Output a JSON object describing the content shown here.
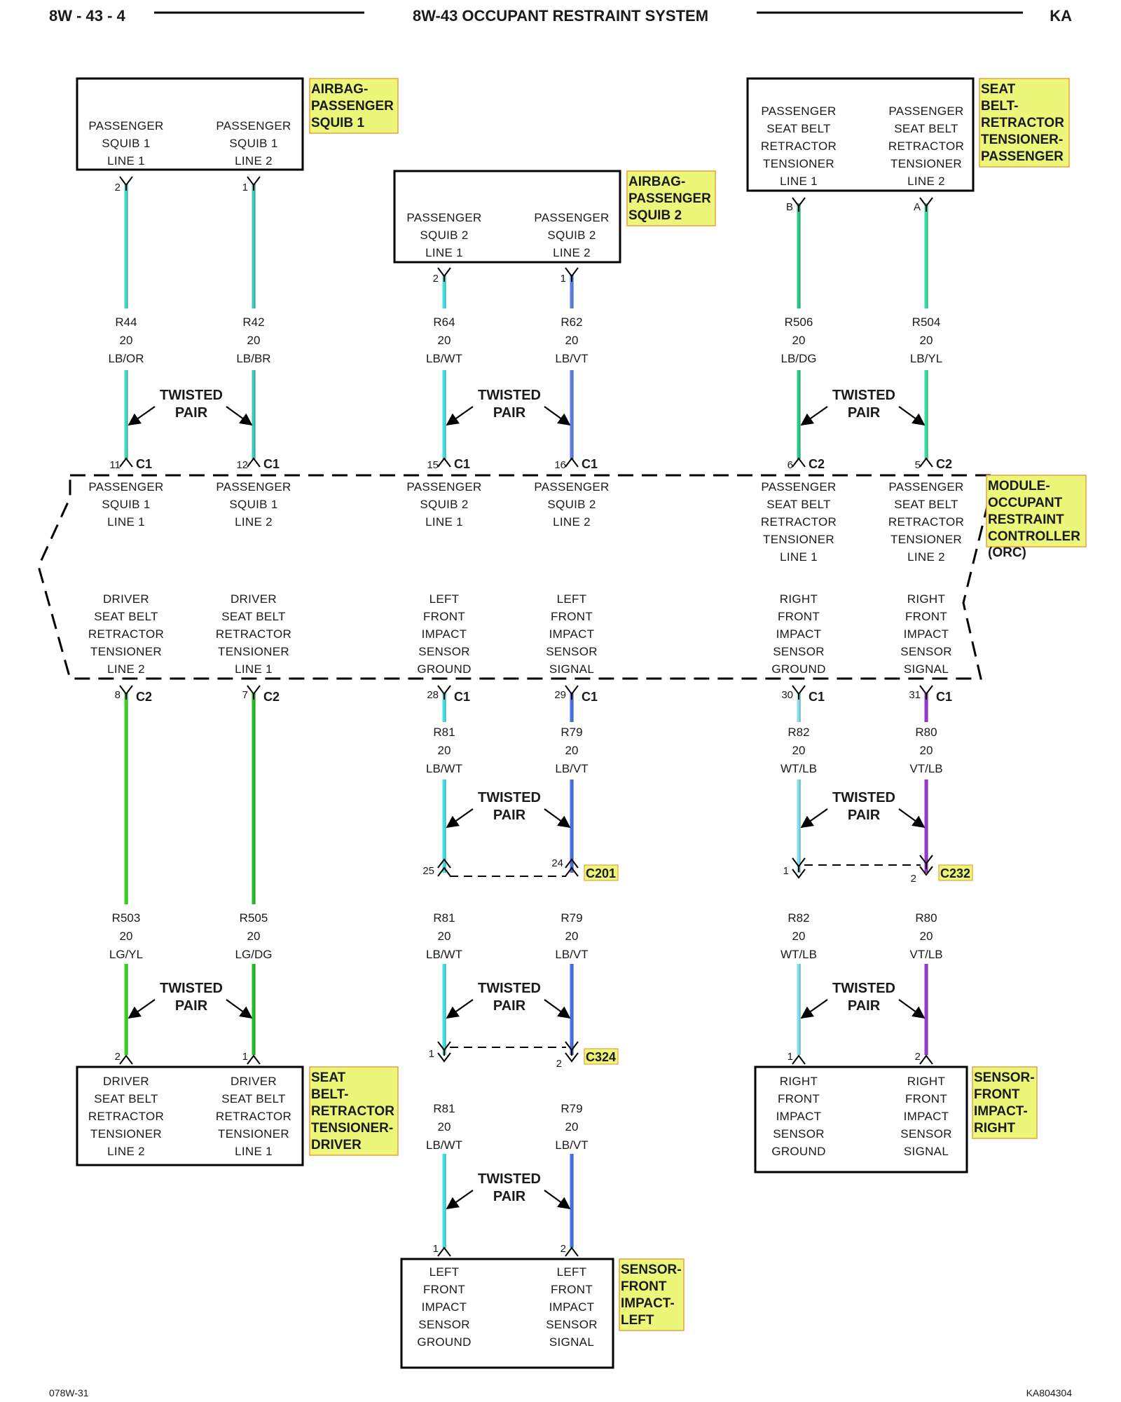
{
  "header": {
    "page_id": "8W - 43 - 4",
    "title": "8W-43 OCCUPANT RESTRAINT SYSTEM",
    "code": "KA"
  },
  "footer": {
    "left": "078W-31",
    "right": "KA804304"
  },
  "twisted_pair_label": [
    "TWISTED",
    "PAIR"
  ],
  "components": {
    "airbag_squib1": {
      "label": [
        "AIRBAG-",
        "PASSENGER",
        "SQUIB 1"
      ],
      "left": [
        "PASSENGER",
        "SQUIB 1",
        "LINE 1"
      ],
      "right": [
        "PASSENGER",
        "SQUIB 1",
        "LINE 2"
      ]
    },
    "airbag_squib2": {
      "label": [
        "AIRBAG-",
        "PASSENGER",
        "SQUIB 2"
      ],
      "left": [
        "PASSENGER",
        "SQUIB 2",
        "LINE 1"
      ],
      "right": [
        "PASSENGER",
        "SQUIB 2",
        "LINE 2"
      ]
    },
    "seatbelt_passenger": {
      "label": [
        "SEAT",
        "BELT-",
        "RETRACTOR",
        "TENSIONER-",
        "PASSENGER"
      ],
      "left": [
        "PASSENGER",
        "SEAT BELT",
        "RETRACTOR",
        "TENSIONER",
        "LINE 1"
      ],
      "right": [
        "PASSENGER",
        "SEAT BELT",
        "RETRACTOR",
        "TENSIONER",
        "LINE 2"
      ]
    },
    "orc": {
      "label": [
        "MODULE-",
        "OCCUPANT",
        "RESTRAINT",
        "CONTROLLER"
      ],
      "sub": "(ORC)",
      "top": [
        [
          "PASSENGER",
          "SQUIB 1",
          "LINE 1"
        ],
        [
          "PASSENGER",
          "SQUIB 1",
          "LINE 2"
        ],
        [
          "PASSENGER",
          "SQUIB 2",
          "LINE 1"
        ],
        [
          "PASSENGER",
          "SQUIB 2",
          "LINE 2"
        ],
        [
          "PASSENGER",
          "SEAT BELT",
          "RETRACTOR",
          "TENSIONER",
          "LINE 1"
        ],
        [
          "PASSENGER",
          "SEAT BELT",
          "RETRACTOR",
          "TENSIONER",
          "LINE 2"
        ]
      ],
      "bottom": [
        [
          "DRIVER",
          "SEAT BELT",
          "RETRACTOR",
          "TENSIONER",
          "LINE 2"
        ],
        [
          "DRIVER",
          "SEAT BELT",
          "RETRACTOR",
          "TENSIONER",
          "LINE 1"
        ],
        [
          "LEFT",
          "FRONT",
          "IMPACT",
          "SENSOR",
          "GROUND"
        ],
        [
          "LEFT",
          "FRONT",
          "IMPACT",
          "SENSOR",
          "SIGNAL"
        ],
        [
          "RIGHT",
          "FRONT",
          "IMPACT",
          "SENSOR",
          "GROUND"
        ],
        [
          "RIGHT",
          "FRONT",
          "IMPACT",
          "SENSOR",
          "SIGNAL"
        ]
      ]
    },
    "seatbelt_driver": {
      "label": [
        "SEAT",
        "BELT-",
        "RETRACTOR",
        "TENSIONER-",
        "DRIVER"
      ],
      "left": [
        "DRIVER",
        "SEAT BELT",
        "RETRACTOR",
        "TENSIONER",
        "LINE 2"
      ],
      "right": [
        "DRIVER",
        "SEAT BELT",
        "RETRACTOR",
        "TENSIONER",
        "LINE 1"
      ]
    },
    "sensor_right": {
      "label": [
        "SENSOR-",
        "FRONT",
        "IMPACT-",
        "RIGHT"
      ],
      "left": [
        "RIGHT",
        "FRONT",
        "IMPACT",
        "SENSOR",
        "GROUND"
      ],
      "right": [
        "RIGHT",
        "FRONT",
        "IMPACT",
        "SENSOR",
        "SIGNAL"
      ]
    },
    "sensor_left": {
      "label": [
        "SENSOR-",
        "FRONT",
        "IMPACT-",
        "LEFT"
      ],
      "left": [
        "LEFT",
        "FRONT",
        "IMPACT",
        "SENSOR",
        "GROUND"
      ],
      "right": [
        "LEFT",
        "FRONT",
        "IMPACT",
        "SENSOR",
        "SIGNAL"
      ]
    }
  },
  "wires": {
    "r44": {
      "circuit": "R44",
      "gauge": "20",
      "color": "LB/OR",
      "hex": "#40d8c8"
    },
    "r42": {
      "circuit": "R42",
      "gauge": "20",
      "color": "LB/BR",
      "hex": "#40c8c0"
    },
    "r64": {
      "circuit": "R64",
      "gauge": "20",
      "color": "LB/WT",
      "hex": "#3fe0e8"
    },
    "r62": {
      "circuit": "R62",
      "gauge": "20",
      "color": "LB/VT",
      "hex": "#5a7cf0"
    },
    "r506": {
      "circuit": "R506",
      "gauge": "20",
      "color": "LB/DG",
      "hex": "#28c890"
    },
    "r504": {
      "circuit": "R504",
      "gauge": "20",
      "color": "LB/YL",
      "hex": "#30e0a0"
    },
    "r503": {
      "circuit": "R503",
      "gauge": "20",
      "color": "LG/YL",
      "hex": "#38d818"
    },
    "r505": {
      "circuit": "R505",
      "gauge": "20",
      "color": "LG/DG",
      "hex": "#20c020"
    },
    "r81": {
      "circuit": "R81",
      "gauge": "20",
      "color": "LB/WT",
      "hex": "#3fe0e8"
    },
    "r79": {
      "circuit": "R79",
      "gauge": "20",
      "color": "LB/VT",
      "hex": "#4a6cf0"
    },
    "r82": {
      "circuit": "R82",
      "gauge": "20",
      "color": "WT/LB",
      "hex": "#88dcf0"
    },
    "r80": {
      "circuit": "R80",
      "gauge": "20",
      "color": "VT/LB",
      "hex": "#a030d8"
    }
  },
  "pins": {
    "sq1_l": "2",
    "sq1_r": "1",
    "sq2_l": "2",
    "sq2_r": "1",
    "sbp_l": "B",
    "sbp_r": "A",
    "orc_t": [
      "11",
      "12",
      "15",
      "16",
      "6",
      "5"
    ],
    "orc_t_conn": [
      "C1",
      "C1",
      "C1",
      "C1",
      "C2",
      "C2"
    ],
    "orc_b": [
      "8",
      "7",
      "28",
      "29",
      "30",
      "31"
    ],
    "orc_b_conn": [
      "C2",
      "C2",
      "C1",
      "C1",
      "C1",
      "C1"
    ],
    "c201": [
      "25",
      "24"
    ],
    "c232": [
      "1",
      "2"
    ],
    "c324": [
      "1",
      "2"
    ],
    "sbd_l": "2",
    "sbd_r": "1",
    "sr_l": "1",
    "sr_r": "2",
    "sl_l": "1",
    "sl_r": "2"
  },
  "connectors": {
    "c201": "C201",
    "c232": "C232",
    "c324": "C324"
  }
}
